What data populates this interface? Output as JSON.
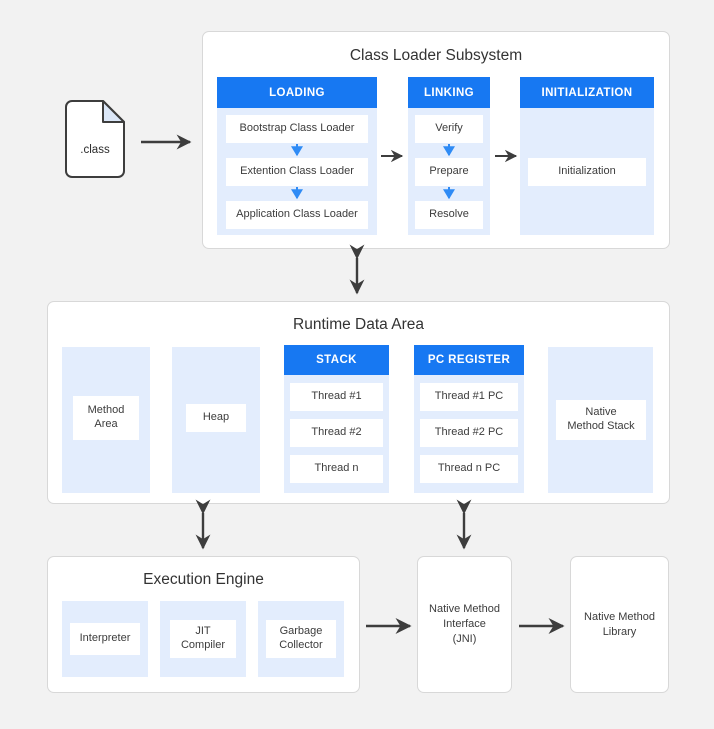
{
  "diagram": {
    "source_artifact": {
      "icon": "class-file-icon",
      "label": ".class"
    },
    "class_loader": {
      "title": "Class Loader Subsystem",
      "columns": [
        {
          "header": "LOADING",
          "items": [
            "Bootstrap Class Loader",
            "Extention Class Loader",
            "Application Class Loader"
          ]
        },
        {
          "header": "LINKING",
          "items": [
            "Verify",
            "Prepare",
            "Resolve"
          ]
        },
        {
          "header": "INITIALIZATION",
          "items": [
            "Initialization"
          ]
        }
      ]
    },
    "runtime_data_area": {
      "title": "Runtime Data Area",
      "columns": [
        {
          "header": "",
          "items": [
            "Method\nArea"
          ]
        },
        {
          "header": "",
          "items": [
            "Heap"
          ]
        },
        {
          "header": "STACK",
          "items": [
            "Thread #1",
            "Thread #2",
            "Thread n"
          ]
        },
        {
          "header": "PC REGISTER",
          "items": [
            "Thread #1 PC",
            "Thread #2 PC",
            "Thread n PC"
          ]
        },
        {
          "header": "",
          "items": [
            "Native\nMethod Stack"
          ]
        }
      ]
    },
    "execution_engine": {
      "title": "Execution Engine",
      "columns": [
        {
          "items": [
            "Interpreter"
          ]
        },
        {
          "items": [
            "JIT\nCompiler"
          ]
        },
        {
          "items": [
            "Garbage\nCollector"
          ]
        }
      ]
    },
    "native_method_interface": "Native Method\nInterface\n(JNI)",
    "native_method_library": "Native Method\nLibrary",
    "colors": {
      "accent": "#1778f2",
      "tint": "#e3edfd",
      "page_background": "#f2f2f2",
      "arrow": "#3d3d3d",
      "arrow_small": "#2f8bf5"
    }
  }
}
